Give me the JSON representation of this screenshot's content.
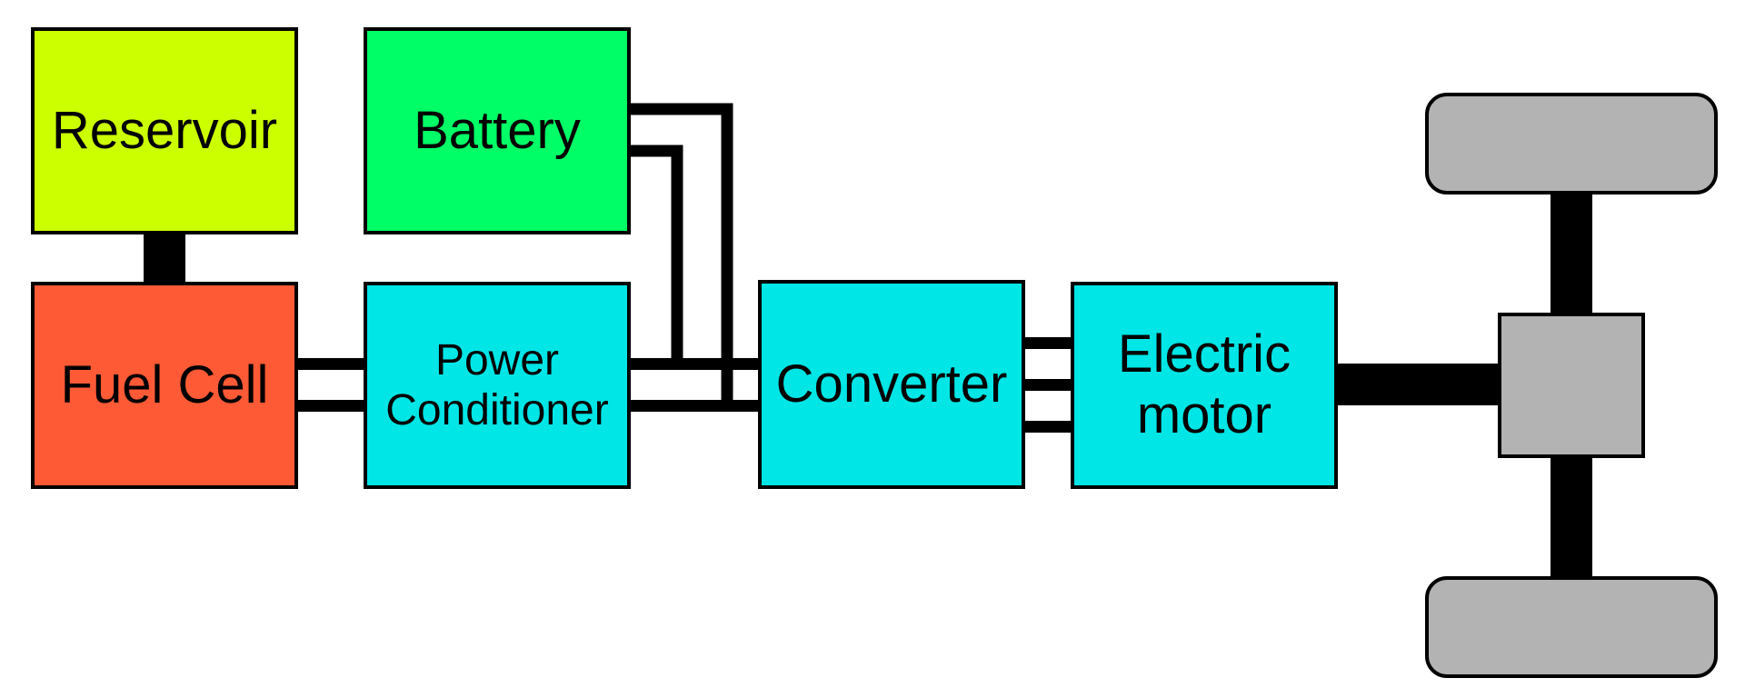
{
  "colors": {
    "reservoir": "#ccff00",
    "battery": "#00ff66",
    "fuel_cell": "#ff5a36",
    "power_conditioner": "#00e5e5",
    "converter": "#00e5e5",
    "electric_motor": "#00e5e5",
    "wheels": "#b3b3b3",
    "connectors": "#000000"
  },
  "blocks": {
    "reservoir": {
      "label": "Reservoir"
    },
    "battery": {
      "label": "Battery"
    },
    "fuel_cell": {
      "label": "Fuel Cell"
    },
    "power_conditioner": {
      "line1": "Power",
      "line2": "Conditioner"
    },
    "converter": {
      "label": "Converter"
    },
    "electric_motor": {
      "line1": "Electric",
      "line2": "motor"
    }
  },
  "icons": {
    "wheel_top": "wheel-icon",
    "wheel_bottom": "wheel-icon",
    "differential": "differential-icon"
  }
}
